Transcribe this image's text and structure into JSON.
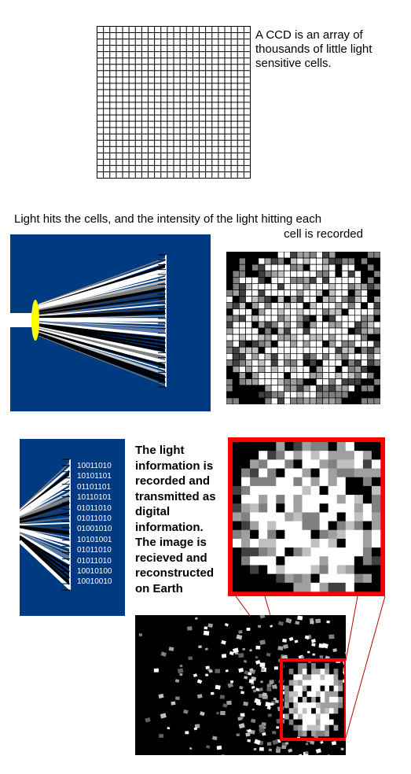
{
  "sections": {
    "ccd": {
      "caption": "A CCD is an array of thousands of little light sensitive cells."
    },
    "light": {
      "caption_line1": "Light hits the cells, and the intensity of the light hitting each",
      "caption_line2": "cell is recorded"
    },
    "transmit": {
      "caption": "The light information is recorded and transmitted as digital information. The image is recieved and reconstructed on Earth",
      "binary_codes": [
        "10011010",
        "10101101",
        "01101101",
        "10110101",
        "01011010",
        "01011010",
        "01001010",
        "10101001",
        "01011010",
        "01011010",
        "10010100",
        "10010010"
      ]
    }
  },
  "colors": {
    "panel_blue": "#003a80",
    "highlight_red": "#ff0000",
    "lens_yellow": "#ffff00",
    "grid_line": "#000000"
  }
}
